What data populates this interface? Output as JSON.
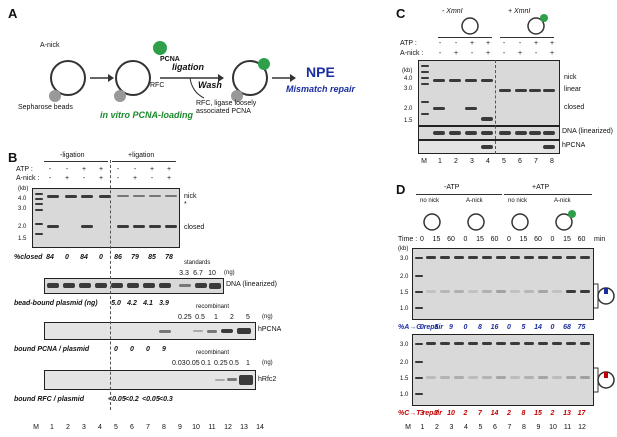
{
  "panelA": {
    "label": "A",
    "anick": "A-nick",
    "beads": "Sepharose beads",
    "pcna": "PCNA",
    "rfc": "RFC",
    "loading": "in vitro PCNA-loading",
    "ligation": "ligation",
    "wash": "Wash",
    "washed": "RFC, ligase loosely associated PCNA",
    "npe": "NPE",
    "mmr": "Mismatch repair"
  },
  "panelB": {
    "label": "B",
    "minus_lig": "-ligation",
    "plus_lig": "+ligation",
    "atp": "ATP :",
    "anick": "A-nick :",
    "atp_signs": [
      "-",
      "-",
      "+",
      "+",
      "-",
      "-",
      "+",
      "+"
    ],
    "anick_signs": [
      "-",
      "+",
      "-",
      "+",
      "-",
      "+",
      "-",
      "+"
    ],
    "kb": "(kb)",
    "markers": [
      "4.0",
      "3.0",
      "2.0",
      "1.5"
    ],
    "nick": "nick",
    "star": "*",
    "closed": "closed",
    "pct_closed_label": "%closed",
    "pct_closed": [
      "84",
      "0",
      "84",
      "0",
      "86",
      "79",
      "85",
      "78"
    ],
    "standards": "standards",
    "std_values": [
      "3.3",
      "6.7",
      "10"
    ],
    "ng": "(ng)",
    "dna_lin": "DNA (linearized)",
    "bead_label": "bead-bound plasmid (ng)",
    "bead_values": [
      "5.0",
      "4.2",
      "4.1",
      "3.9"
    ],
    "recombinant": "recombinant",
    "pcna_std": [
      "0.25",
      "0.5",
      "1",
      "2",
      "5"
    ],
    "hpcna": "hPCNA",
    "bound_pcna_label": "bound PCNA / plasmid",
    "bound_pcna": [
      "0",
      "0",
      "0",
      "9"
    ],
    "rfc_std": [
      "0.03",
      "0.05",
      "0.1",
      "0.25",
      "0.5",
      "1"
    ],
    "hrfc2": "hRfc2",
    "bound_rfc_label": "bound RFC / plasmid",
    "bound_rfc": [
      "<0.05",
      "<0.2",
      "<0.05",
      "<0.3"
    ],
    "lanes": [
      "M",
      "1",
      "2",
      "3",
      "4",
      "5",
      "6",
      "7",
      "8",
      "9",
      "10",
      "11",
      "12",
      "13",
      "14"
    ]
  },
  "panelC": {
    "label": "C",
    "minus_x": "- XmnI",
    "plus_x": "+ XmnI",
    "atp": "ATP :",
    "anick": "A-nick :",
    "atp_signs": [
      "-",
      "-",
      "+",
      "+",
      "-",
      "-",
      "+",
      "+"
    ],
    "anick_signs": [
      "-",
      "+",
      "-",
      "+",
      "-",
      "+",
      "-",
      "+"
    ],
    "kb": "(kb)",
    "markers": [
      "4.0",
      "3.0",
      "2.0",
      "1.5"
    ],
    "nick": "nick",
    "linear": "linear",
    "closed": "closed",
    "dna_lin": "DNA (linearized)",
    "hpcna": "hPCNA",
    "lanes": [
      "M",
      "1",
      "2",
      "3",
      "4",
      "5",
      "6",
      "7",
      "8"
    ]
  },
  "panelD": {
    "label": "D",
    "minus_atp": "-ATP",
    "plus_atp": "+ATP",
    "no_nick": "no nick",
    "anick": "A-nick",
    "time": "Time :",
    "times": [
      "0",
      "15",
      "60",
      "0",
      "15",
      "60",
      "0",
      "15",
      "60",
      "0",
      "15",
      "60"
    ],
    "min": "min",
    "kb": "(kb)",
    "markers": [
      "3.0",
      "2.0",
      "1.5",
      "1.0"
    ],
    "ag_label": "%A→G repair",
    "ag": [
      "0",
      "5",
      "9",
      "0",
      "8",
      "16",
      "0",
      "5",
      "14",
      "0",
      "68",
      "75"
    ],
    "ct_label": "%C→T repair",
    "ct": [
      "3",
      "7",
      "10",
      "2",
      "7",
      "14",
      "2",
      "8",
      "15",
      "2",
      "13",
      "17"
    ],
    "lanes": [
      "M",
      "1",
      "2",
      "3",
      "4",
      "5",
      "6",
      "7",
      "8",
      "9",
      "10",
      "11",
      "12"
    ]
  }
}
